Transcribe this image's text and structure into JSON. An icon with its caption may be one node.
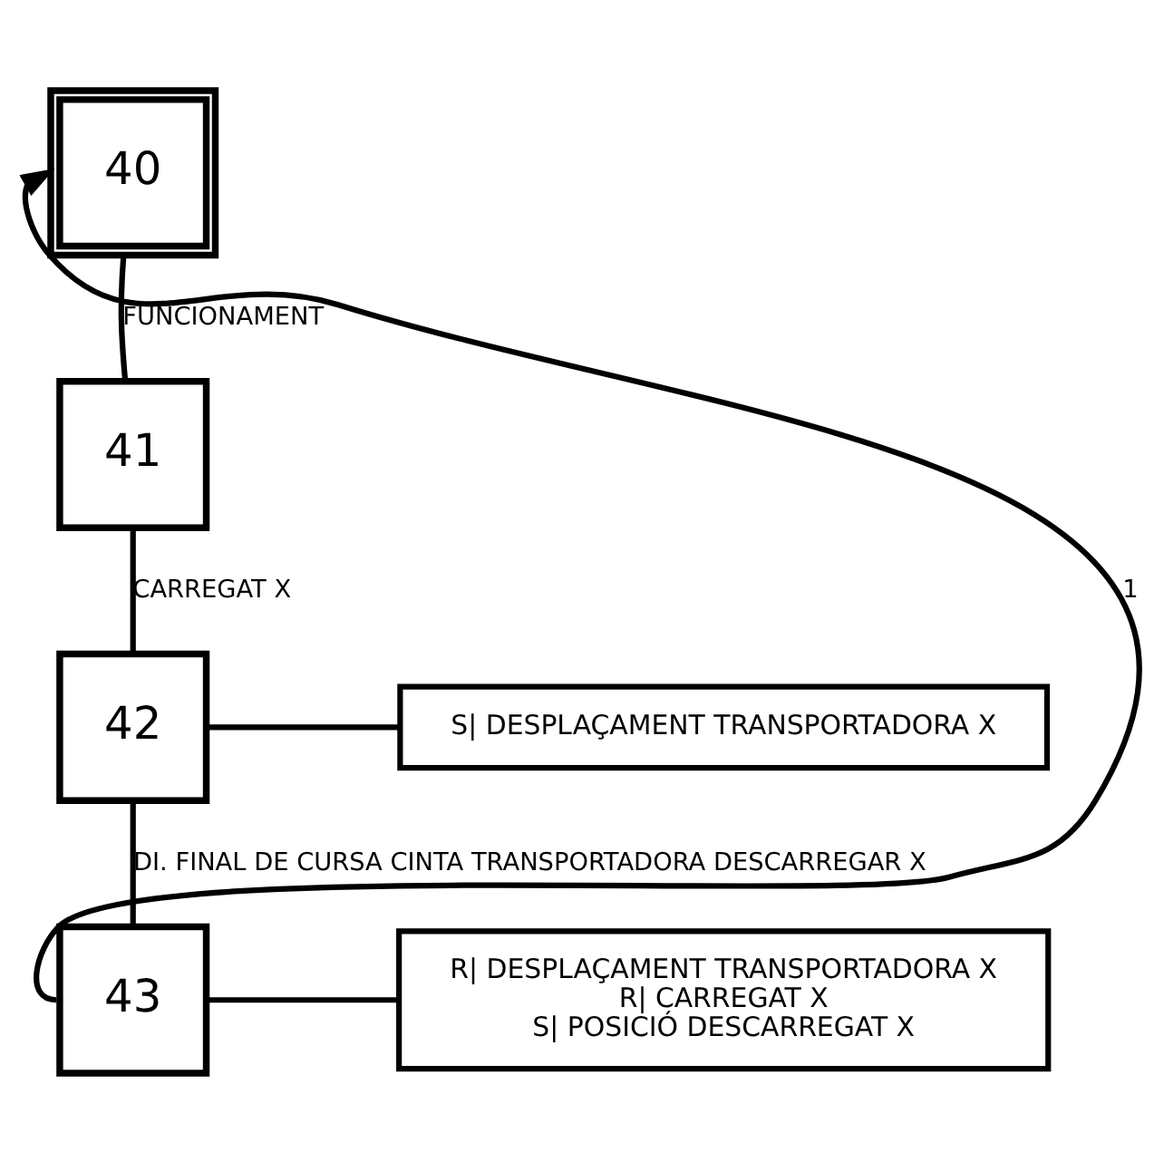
{
  "diagram": {
    "nodes": [
      {
        "text": [
          "40"
        ]
      },
      {
        "text": [
          "41"
        ]
      },
      {
        "text": [
          "42"
        ]
      },
      {
        "text": [
          "S| DESPLAÇAMENT TRANSPORTADORA X"
        ]
      },
      {
        "text": [
          "43"
        ]
      },
      {
        "text": [
          "R| DESPLAÇAMENT TRANSPORTADORA X",
          "R| CARREGAT X",
          "S| POSICIÓ DESCARREGAT X"
        ]
      }
    ],
    "edges": [
      {
        "from": 0,
        "to": 1,
        "arrow": "none",
        "label": "FUNCIONAMENT"
      },
      {
        "from": 1,
        "to": 2,
        "arrow": "none",
        "label": "CARREGAT X"
      },
      {
        "from": 2,
        "to": 3,
        "arrow": "none"
      },
      {
        "from": 2,
        "to": 4,
        "arrow": "none",
        "label": "DI. FINAL DE CURSA CINTA TRANSPORTADORA DESCARREGAR X"
      },
      {
        "from": 4,
        "to": 5,
        "arrow": "none"
      },
      {
        "from": 4,
        "to": 0,
        "arrow": "to",
        "label": "1"
      }
    ]
  }
}
